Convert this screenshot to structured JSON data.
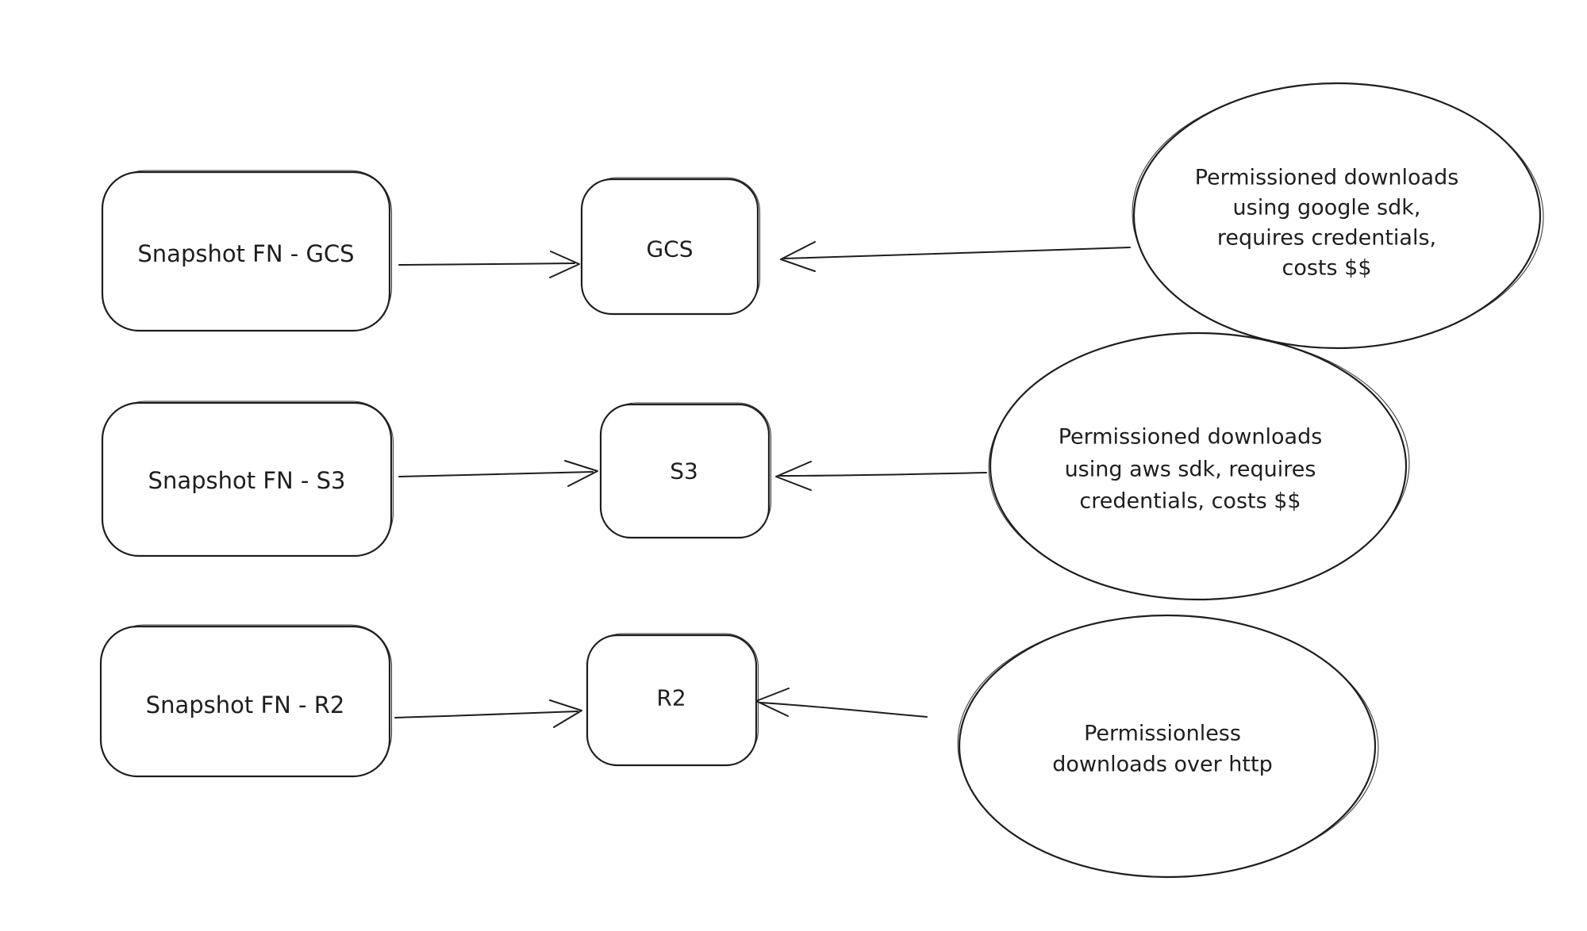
{
  "colors": {
    "background": "#ffffff",
    "stroke": "#1e1e1e"
  },
  "rows": [
    {
      "source_label": "Snapshot FN - GCS",
      "target_label": "GCS",
      "note_lines": [
        "Permissioned downloads",
        "using google sdk,",
        "requires credentials,",
        "costs $$"
      ]
    },
    {
      "source_label": "Snapshot FN - S3",
      "target_label": "S3",
      "note_lines": [
        "Permissioned downloads",
        "using aws sdk, requires",
        "credentials, costs $$"
      ]
    },
    {
      "source_label": "Snapshot FN - R2",
      "target_label": "R2",
      "note_lines": [
        "Permissionless",
        "downloads over http"
      ]
    }
  ]
}
